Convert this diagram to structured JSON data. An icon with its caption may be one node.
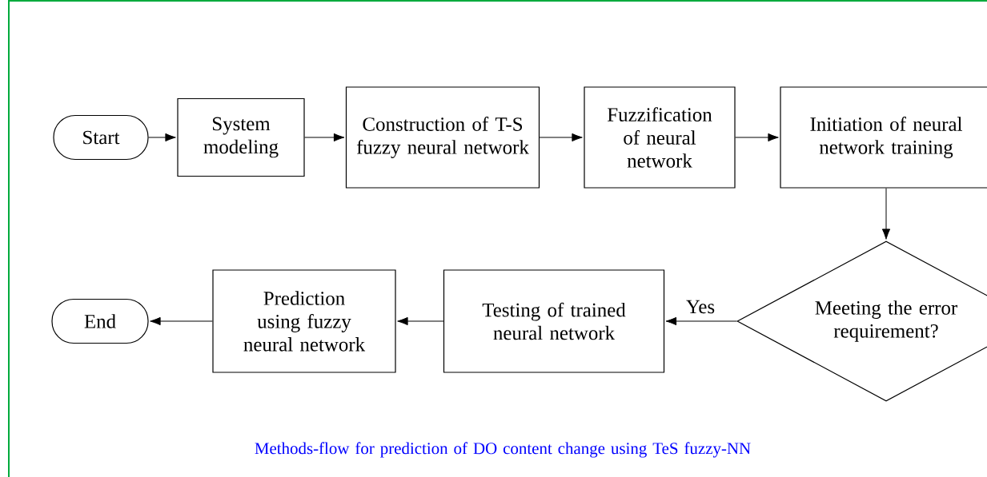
{
  "diagram": {
    "caption": "Methods-flow for prediction of DO content change using TeS fuzzy-NN",
    "nodes": [
      {
        "text": [
          "Start"
        ]
      },
      {
        "text": [
          "System modeling"
        ]
      },
      {
        "text": [
          "Construction of T-S fuzzy neural network"
        ]
      },
      {
        "text": [
          "Fuzzification of neural network"
        ]
      },
      {
        "text": [
          "Initiation of neural network training"
        ]
      },
      {
        "text": [
          "Meeting the error requirement?"
        ]
      },
      {
        "text": [
          "Testing of trained neural network"
        ]
      },
      {
        "text": [
          "Prediction using fuzzy neural network"
        ]
      },
      {
        "text": [
          "End"
        ]
      }
    ],
    "edges": [
      {
        "from": 0,
        "to": 1,
        "arrow": "to"
      },
      {
        "from": 1,
        "to": 2,
        "arrow": "to"
      },
      {
        "from": 2,
        "to": 3,
        "arrow": "to"
      },
      {
        "from": 3,
        "to": 4,
        "arrow": "to"
      },
      {
        "from": 4,
        "to": 5,
        "arrow": "to"
      },
      {
        "from": 5,
        "to": 6,
        "arrow": "to",
        "label": "Yes"
      },
      {
        "from": 6,
        "to": 7,
        "arrow": "to"
      },
      {
        "from": 7,
        "to": 8,
        "arrow": "to"
      }
    ]
  }
}
